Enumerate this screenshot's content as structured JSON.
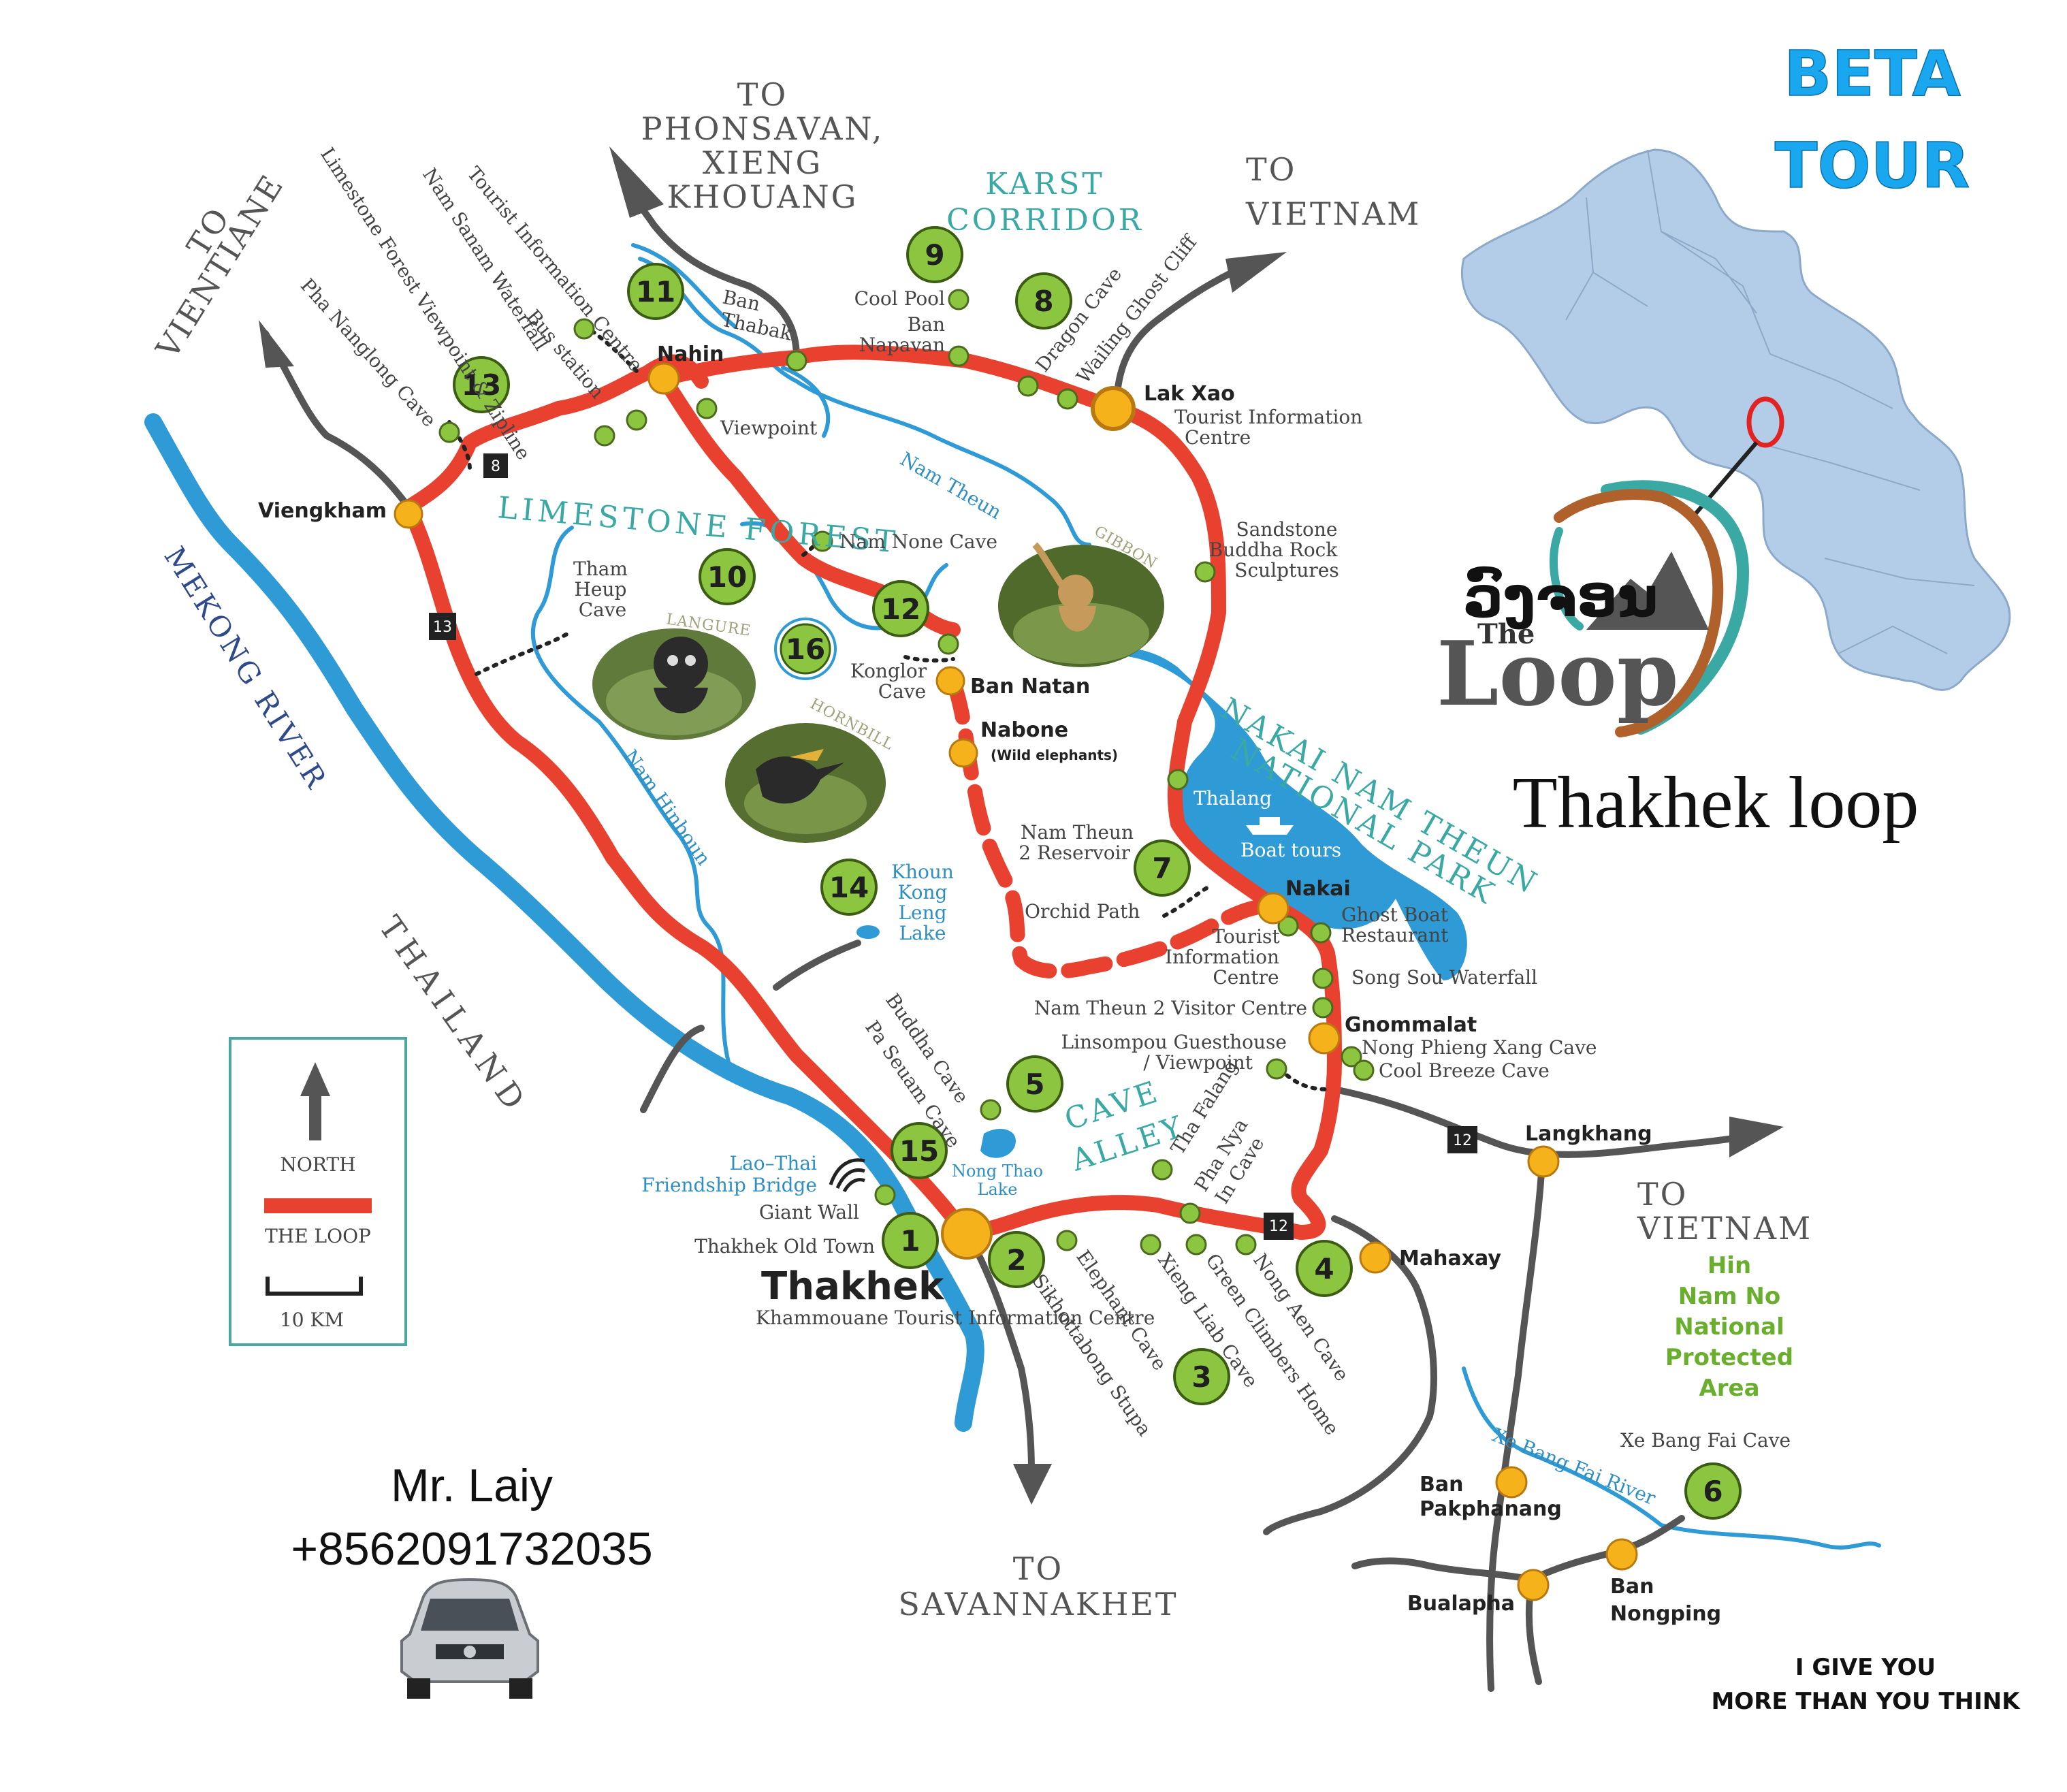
{
  "brand": {
    "beta_line1": "BETA",
    "beta_line2": "TOUR",
    "lao_script": "ວົງຈອນ",
    "the": "The",
    "loop": "Loop",
    "title": "Thakhek loop",
    "slogan_line1": "I GIVE YOU",
    "slogan_line2": "MORE THAN YOU THINK"
  },
  "contact": {
    "name": "Mr. Laiy",
    "phone": "+8562091732035"
  },
  "legend": {
    "north": "NORTH",
    "the_loop": "THE LOOP",
    "scale": "10 KM"
  },
  "directions": {
    "to_vientiane_1": "TO",
    "to_vientiane_2": "VIENTIANE",
    "to_phonsavan_1": "TO",
    "to_phonsavan_2": "PHONSAVAN,",
    "to_phonsavan_3": "XIENG",
    "to_phonsavan_4": "KHOUANG",
    "to_vietnam_n_1": "TO",
    "to_vietnam_n_2": "VIETNAM",
    "to_vietnam_e_1": "TO",
    "to_vietnam_e_2": "VIETNAM",
    "to_savannakhet_1": "TO",
    "to_savannakhet_2": "SAVANNAKHET"
  },
  "regions": {
    "karst_1": "KARST",
    "karst_2": "CORRIDOR",
    "limestone_forest": "LIMESTONE FOREST",
    "nakai_1": "NAKAI NAM THEUN",
    "nakai_2": "NATIONAL PARK",
    "cave_alley_1": "CAVE",
    "cave_alley_2": "ALLEY",
    "mekong": "MEKONG RIVER",
    "thailand": "THAILAND",
    "hin_1": "Hin",
    "hin_2": "Nam No",
    "hin_3": "National",
    "hin_4": "Protected",
    "hin_5": "Area"
  },
  "rivers": {
    "nam_theun": "Nam Theun",
    "nam_hinboun": "Nam Hinboun",
    "xe_bang_fai": "Xe Bang Fai River",
    "khoun_1": "Khoun",
    "khoun_2": "Kong",
    "khoun_3": "Leng",
    "khoun_4": "Lake",
    "nong_thao_1": "Nong Thao",
    "nong_thao_2": "Lake",
    "lao_thai_1": "Lao–Thai",
    "lao_thai_2": "Friendship Bridge"
  },
  "towns": {
    "viengkham": "Viengkham",
    "nahin": "Nahin",
    "lak_xao": "Lak Xao",
    "ban_natan": "Ban Natan",
    "nabone": "Nabone",
    "nabone_sub": "(Wild elephants)",
    "nakai": "Nakai",
    "gnommalat": "Gnommalat",
    "langkhang": "Langkhang",
    "mahaxay": "Mahaxay",
    "thakhek": "Thakhek",
    "ban_pakphanang_1": "Ban",
    "ban_pakphanang_2": "Pakphanang",
    "bualapha": "Bualapha",
    "ban_nongping_1": "Ban",
    "ban_nongping_2": "Nongping"
  },
  "pois": {
    "pha_nanglong": "Pha Nanglong Cave",
    "limestone_viewpoint": "Limestone Forest Viewpoint & Zipline",
    "nam_sanam": "Nam Sanam Waterfall",
    "tourist_info_centre": "Tourist Information Centre",
    "bus_station": "Bus station",
    "ban_thabak_1": "Ban",
    "ban_thabak_2": "Thabak",
    "viewpoint": "Viewpoint",
    "cool_pool": "Cool Pool",
    "ban_napavan_1": "Ban",
    "ban_napavan_2": "Napavan",
    "dragon_cave": "Dragon Cave",
    "wailing_ghost": "Wailing Ghost Cliff",
    "lakxao_info_1": "Tourist Information",
    "lakxao_info_2": "Centre",
    "sandstone_1": "Sandstone",
    "sandstone_2": "Buddha Rock",
    "sandstone_3": "Sculptures",
    "nam_none_cave": "Nam None Cave",
    "tham_heup_1": "Tham",
    "tham_heup_2": "Heup",
    "tham_heup_3": "Cave",
    "konglor_1": "Konglor",
    "konglor_2": "Cave",
    "thalang": "Thalang",
    "boat_tours": "Boat tours",
    "nt2_reservoir_1": "Nam Theun",
    "nt2_reservoir_2": "2 Reservoir",
    "orchid_path": "Orchid Path",
    "ghost_boat_1": "Ghost Boat",
    "ghost_boat_2": "Restaurant",
    "nakai_info_1": "Tourist",
    "nakai_info_2": "Information",
    "nakai_info_3": "Centre",
    "song_sou": "Song Sou Waterfall",
    "nt2_visitor": "Nam Theun 2 Visitor Centre",
    "linsompou_1": "Linsompou Guesthouse",
    "linsompou_2": "/ Viewpoint",
    "nong_phieng": "Nong Phieng Xang Cave",
    "cool_breeze": "Cool Breeze Cave",
    "buddha_cave": "Buddha Cave",
    "pa_seuam": "Pa Seuam Cave",
    "tha_falang": "Tha Falang",
    "pha_nya_1": "Pha Nya",
    "pha_nya_2": "In Cave",
    "giant_wall": "Giant Wall",
    "thakhek_old_town": "Thakhek Old Town",
    "khammouane_info": "Khammouane Tourist Information Centre",
    "sikhottabong": "Sikhottabong Stupa",
    "elephant_cave": "Elephant Cave",
    "xieng_liab": "Xieng Liab Cave",
    "green_climbers": "Green Climbers Home",
    "nong_aen": "Nong Aen Cave",
    "xe_bang_fai_cave": "Xe Bang Fai Cave"
  },
  "photos": {
    "langure": "LANGURE",
    "hornbill": "HORNBILL",
    "gibbon": "GIBBON"
  },
  "route_numbers": {
    "r8": "8",
    "r13": "13",
    "r12a": "12",
    "r12b": "12"
  },
  "stops": [
    "1",
    "2",
    "3",
    "4",
    "5",
    "6",
    "7",
    "8",
    "9",
    "10",
    "11",
    "12",
    "13",
    "14",
    "15",
    "16"
  ],
  "colors": {
    "loop_red": "#e8412f",
    "river_blue": "#2e9ad6",
    "stop_green": "#8cc53f",
    "town_yellow": "#f6b21b",
    "teal": "#3aa9a4",
    "road_gray": "#555555",
    "laos_fill": "#b3cde8"
  }
}
